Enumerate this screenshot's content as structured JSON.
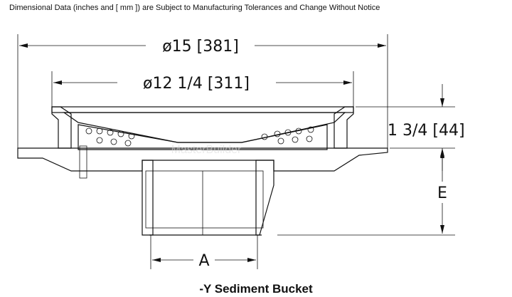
{
  "note": "Dimensional Data (inches and [ mm ]) are Subject to Manufacturing Tolerances and Change Without Notice",
  "dimensions": {
    "overall_diameter": "ø15 [381]",
    "grate_diameter": "ø12 1/4 [311]",
    "grate_height": "1 3/4 [44]",
    "outlet": "A",
    "body_depth": "E"
  },
  "caption": "-Y Sediment Bucket",
  "watermark": "MasterBuilder mercantile"
}
